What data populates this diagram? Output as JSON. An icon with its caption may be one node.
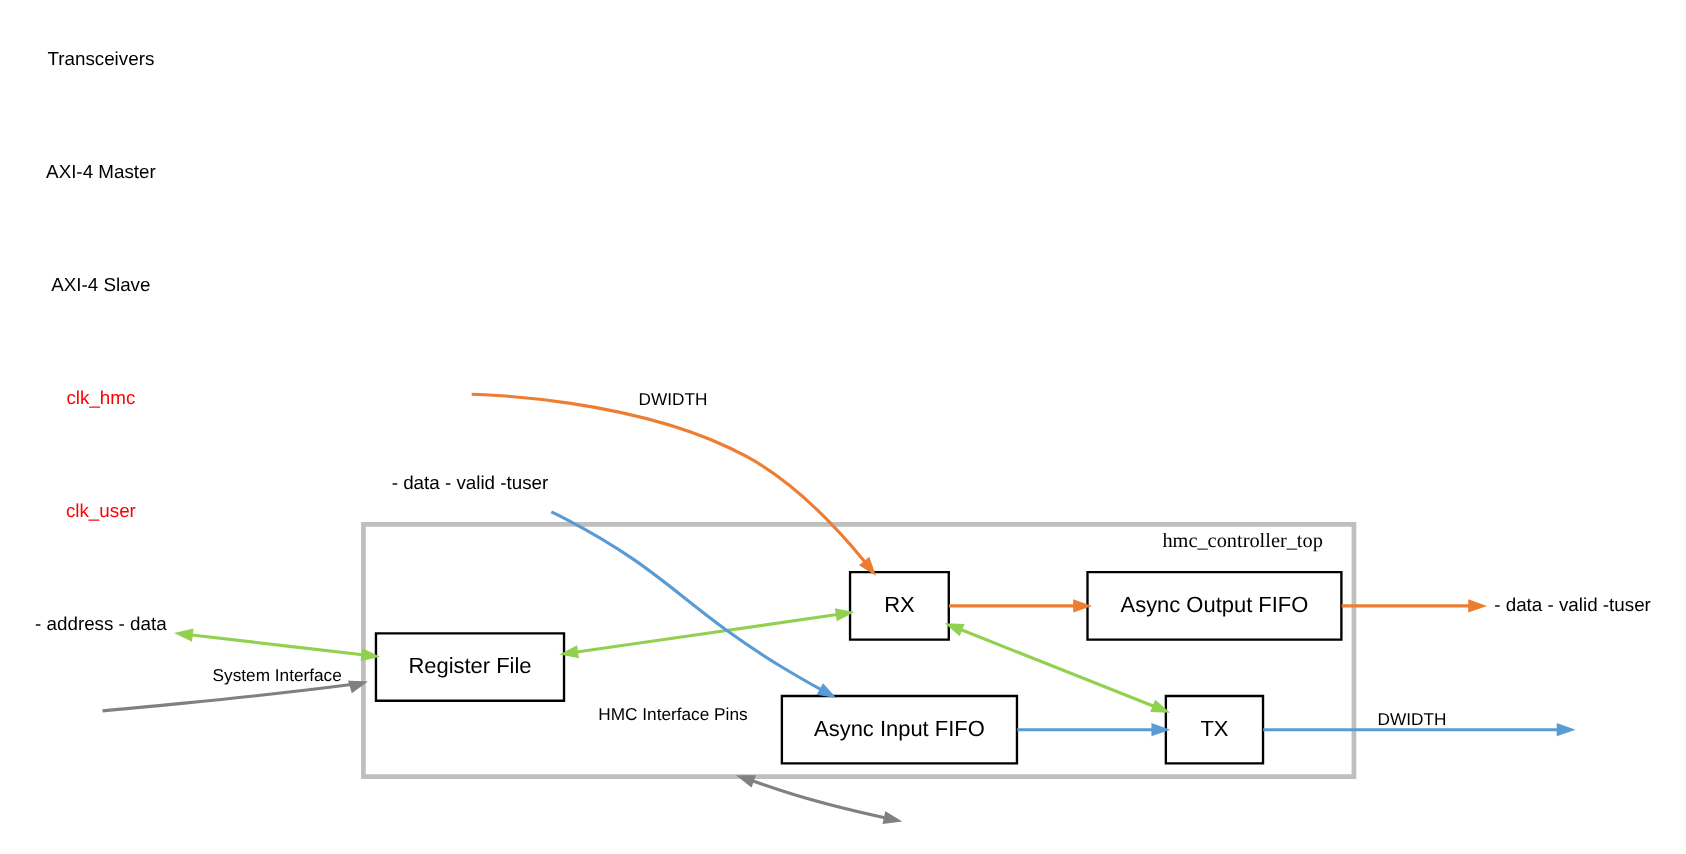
{
  "diagram": {
    "nodes": [
      {
        "text": [
          "hmc_controller_top"
        ]
      },
      {
        "text": [
          "Register File"
        ],
        "in": 0
      },
      {
        "text": [
          "Async Output FIFO"
        ],
        "in": 0
      },
      {
        "text": [
          "RX"
        ],
        "in": 0
      },
      {
        "text": [
          "Async Input FIFO"
        ],
        "in": 0
      },
      {
        "text": [
          "TX"
        ],
        "in": 0
      },
      {
        "text": [
          "- address - data"
        ]
      },
      {
        "text": [
          "- data - valid -tuser"
        ]
      },
      {
        "text": [
          "- data - valid -tuser"
        ]
      }
    ],
    "edges": [
      {
        "from": 6,
        "to": 1,
        "arrow": "both",
        "color": "#92d050"
      },
      {
        "from": 1,
        "to": 3,
        "arrow": "both",
        "color": "#92d050"
      },
      {
        "from": 3,
        "to": 2,
        "arrow": "to",
        "color": "#ed7d31"
      },
      {
        "from": 2,
        "to": 7,
        "arrow": "to",
        "color": "#ed7d31"
      },
      {
        "from": null,
        "to": 3,
        "arrow": "to",
        "label": "DWIDTH",
        "color": "#ed7d31"
      },
      {
        "from": 8,
        "to": 4,
        "arrow": "to",
        "color": "#5b9bd5"
      },
      {
        "from": 4,
        "to": 5,
        "arrow": "to",
        "color": "#5b9bd5"
      },
      {
        "from": 5,
        "to": null,
        "arrow": "to",
        "label": "DWIDTH",
        "color": "#5b9bd5"
      },
      {
        "from": 3,
        "to": 5,
        "arrow": "both",
        "color": "#92d050"
      },
      {
        "from": null,
        "to": 0,
        "arrow": "to",
        "label": "System Interface",
        "color": "#808080"
      },
      {
        "from": 0,
        "to": null,
        "arrow": "both",
        "label": "HMC Interface Pins",
        "color": "#808080"
      }
    ],
    "labels": [
      "clk_user",
      "clk_hmc",
      "AXI-4 Slave",
      "AXI-4 Master",
      "Transceivers"
    ]
  }
}
